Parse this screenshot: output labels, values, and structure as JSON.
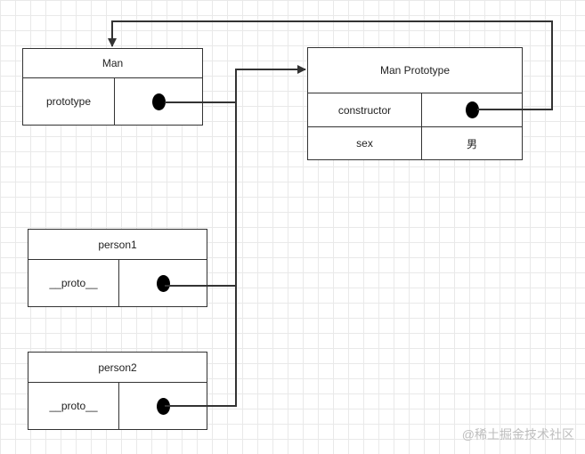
{
  "man": {
    "title": "Man",
    "field": "prototype"
  },
  "man_prototype": {
    "title": "Man Prototype",
    "rows": [
      {
        "label": "constructor",
        "value": ""
      },
      {
        "label": "sex",
        "value": "男"
      }
    ]
  },
  "person1": {
    "title": "person1",
    "field": "__proto__"
  },
  "person2": {
    "title": "person2",
    "field": "__proto__"
  },
  "watermark": "@稀土掘金技术社区"
}
